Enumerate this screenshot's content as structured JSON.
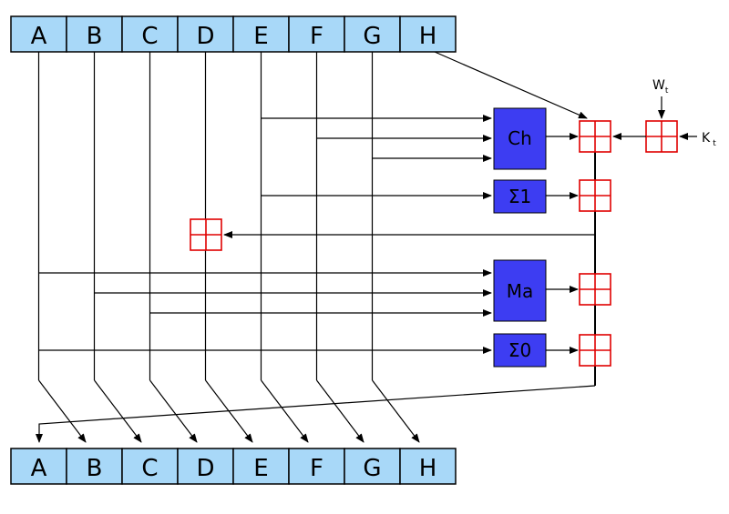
{
  "top_register": [
    "A",
    "B",
    "C",
    "D",
    "E",
    "F",
    "G",
    "H"
  ],
  "bottom_register": [
    "A",
    "B",
    "C",
    "D",
    "E",
    "F",
    "G",
    "H"
  ],
  "functions": {
    "ch": "Ch",
    "sigma1": "Σ1",
    "ma": "Ma",
    "sigma0": "Σ0"
  },
  "inputs": {
    "w": "W",
    "w_sub": "t",
    "k": "K",
    "k_sub": "t"
  },
  "colors": {
    "register_fill": "#a8d8f8",
    "function_fill": "#3d3df2",
    "adder_stroke": "#e00000"
  }
}
